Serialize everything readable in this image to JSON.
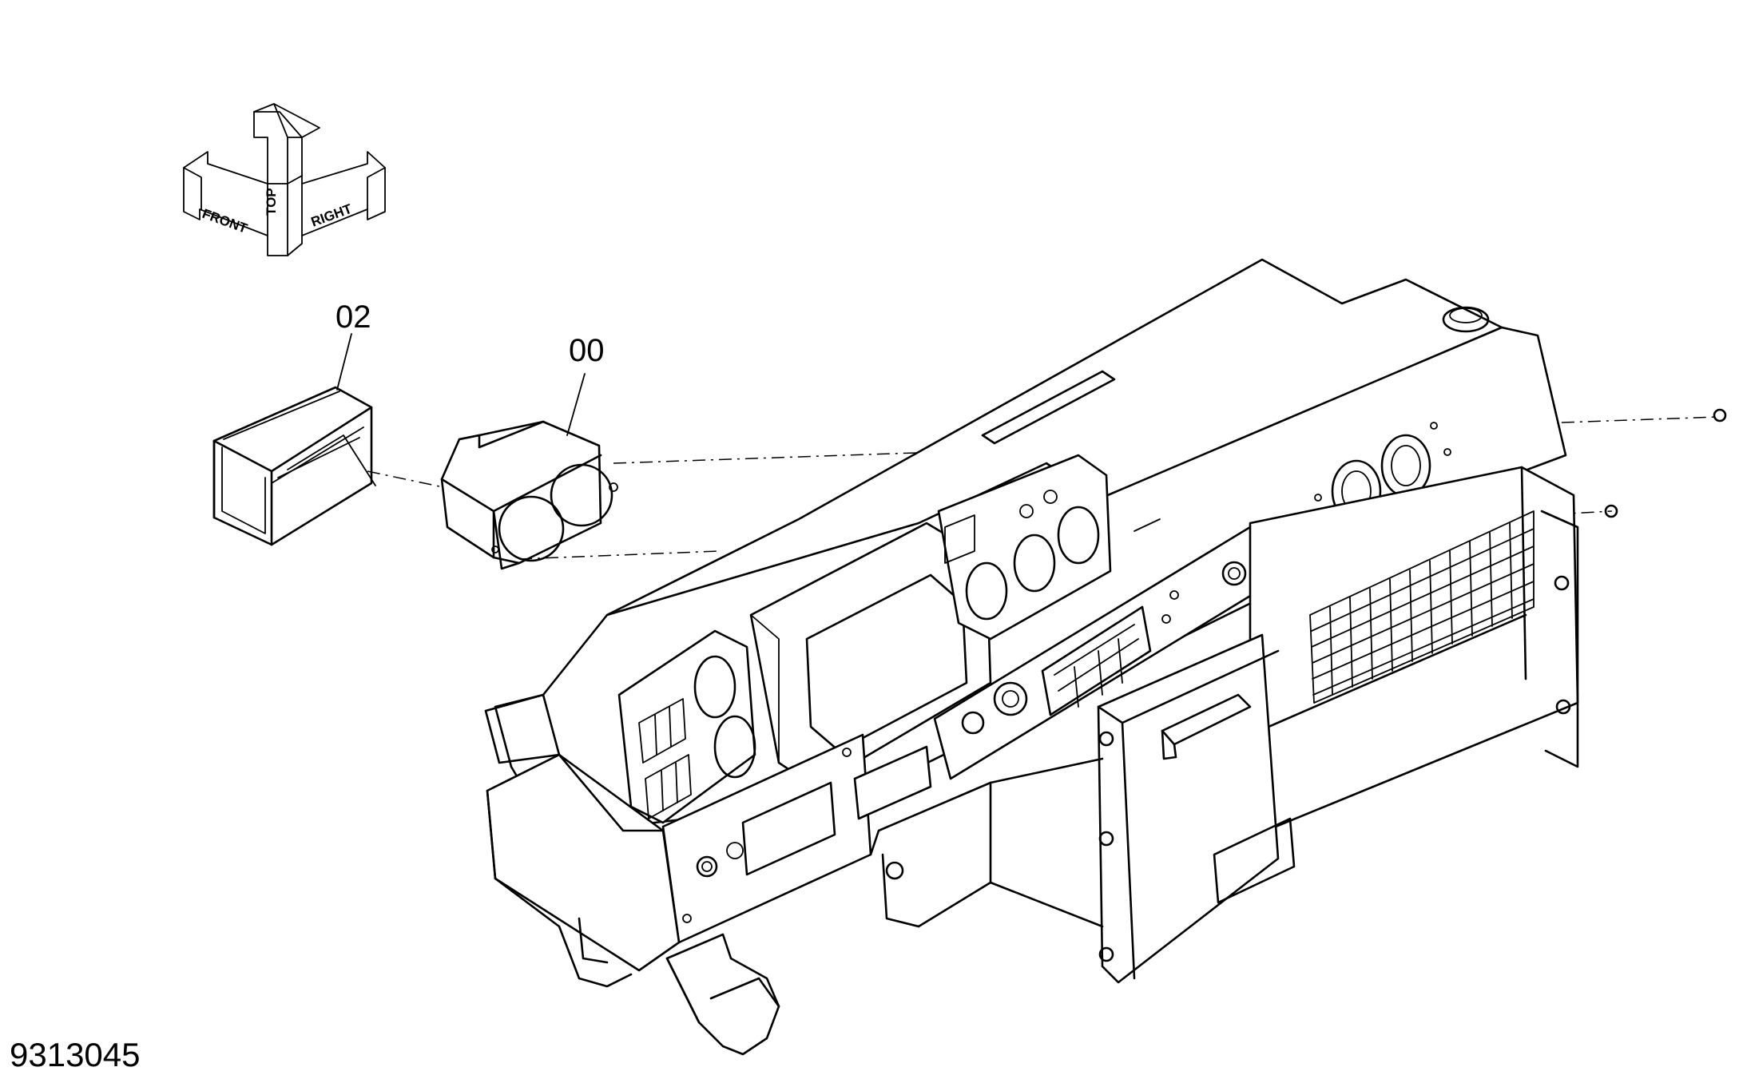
{
  "orientation": {
    "front": "FRONT",
    "top": "TOP",
    "right": "RIGHT"
  },
  "callouts": {
    "part_02": "02",
    "part_00": "00"
  },
  "drawing_number": "9313045"
}
